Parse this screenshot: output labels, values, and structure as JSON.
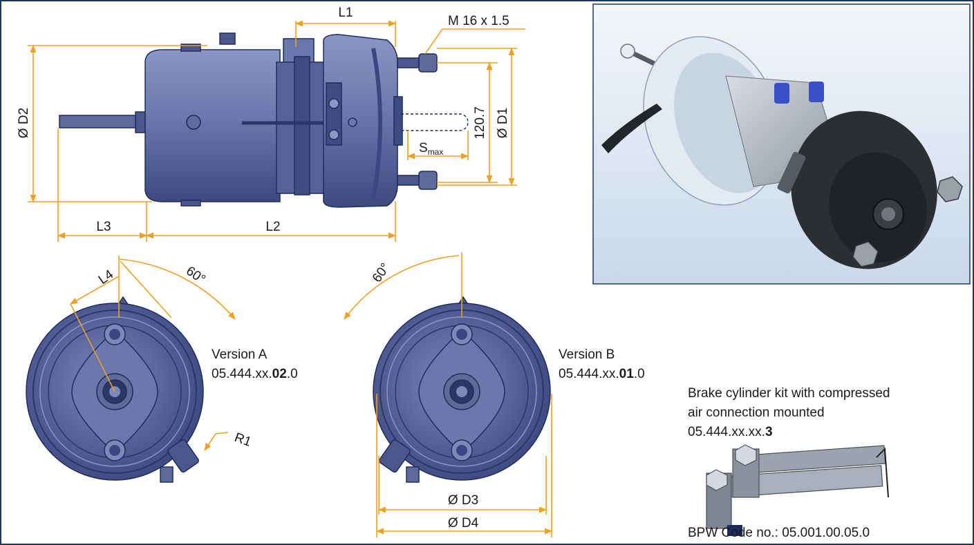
{
  "dimensions": {
    "L1": "L1",
    "L2": "L2",
    "L3": "L3",
    "L4": "L4",
    "D1": "Ø D1",
    "D2": "Ø D2",
    "D3": "Ø D3",
    "D4": "Ø D4",
    "thread": "M 16 x 1.5",
    "bolt_spacing": "120.7",
    "smax_base": "S",
    "smax_sub": "max",
    "angle_a": "60°",
    "angle_b": "60°",
    "radius": "R1"
  },
  "version_a": {
    "title": "Version A",
    "code_prefix": "05.444.xx.",
    "code_bold": "02",
    "code_suffix": ".0"
  },
  "version_b": {
    "title": "Version B",
    "code_prefix": "05.444.xx.",
    "code_bold": "01",
    "code_suffix": ".0"
  },
  "kit": {
    "line1": "Brake cylinder kit with compressed",
    "line2": "air connection mounted",
    "code_prefix": "05.444.xx.xx.",
    "code_bold": "3",
    "bpw_code": "BPW Code no.: 05.001.00.05.0"
  },
  "colors": {
    "cylinder": "#5c6a9c",
    "outline": "#1e2c5c",
    "dimension": "#f0a020",
    "border": "#1e3560"
  }
}
